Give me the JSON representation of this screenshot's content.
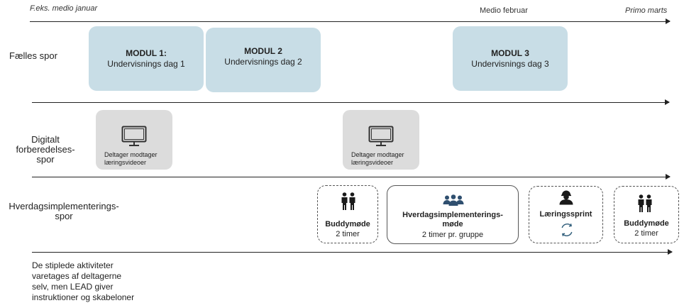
{
  "timeline_labels": {
    "start": "F.eks. medio januar",
    "middle": "Medio  februar",
    "end": "Primo marts"
  },
  "rows": {
    "faelles": "Fælles spor",
    "digital_l1": "Digitalt",
    "digital_l2": "forberedelses-",
    "digital_l3": "spor",
    "hverdag_l1": "Hverdagsimplementerings-",
    "hverdag_l2": "spor"
  },
  "moduler": [
    {
      "title": "MODUL 1:",
      "sub": "Undervisnings dag 1"
    },
    {
      "title": "MODUL 2",
      "sub": "Undervisnings dag 2"
    },
    {
      "title": "MODUL 3",
      "sub": "Undervisnings dag 3"
    }
  ],
  "digital": [
    {
      "line1": "Deltager modtager",
      "line2": "læringsvideoer",
      "icon": "monitor-icon"
    },
    {
      "line1": "Deltager modtager",
      "line2": "læringsvideoer",
      "icon": "monitor-icon"
    }
  ],
  "activities": {
    "buddy1": {
      "title": "Buddymøde",
      "sub": "2 timer",
      "icon": "two-people-icon"
    },
    "hverdag": {
      "title_l1": "Hverdagsimplementerings-",
      "title_l2": "møde",
      "sub": "2 timer pr. gruppe",
      "icon": "group-icon"
    },
    "sprint": {
      "title": "Læringssprint",
      "icon": "person-icon",
      "icon2": "cycle-icon"
    },
    "buddy2": {
      "title": "Buddymøde",
      "sub": "2 timer",
      "icon": "two-people-icon"
    }
  },
  "footnote": {
    "l1": "De stiplede aktiviteter",
    "l2": "varetages af deltagerne",
    "l3": "selv, men LEAD giver",
    "l4": "instruktioner og skabeloner"
  },
  "colors": {
    "modul_bg": "#c8dde6",
    "digital_bg": "#dcdcdc",
    "icon": "#1a1a1a",
    "group_icon": "#2f4f6f"
  }
}
